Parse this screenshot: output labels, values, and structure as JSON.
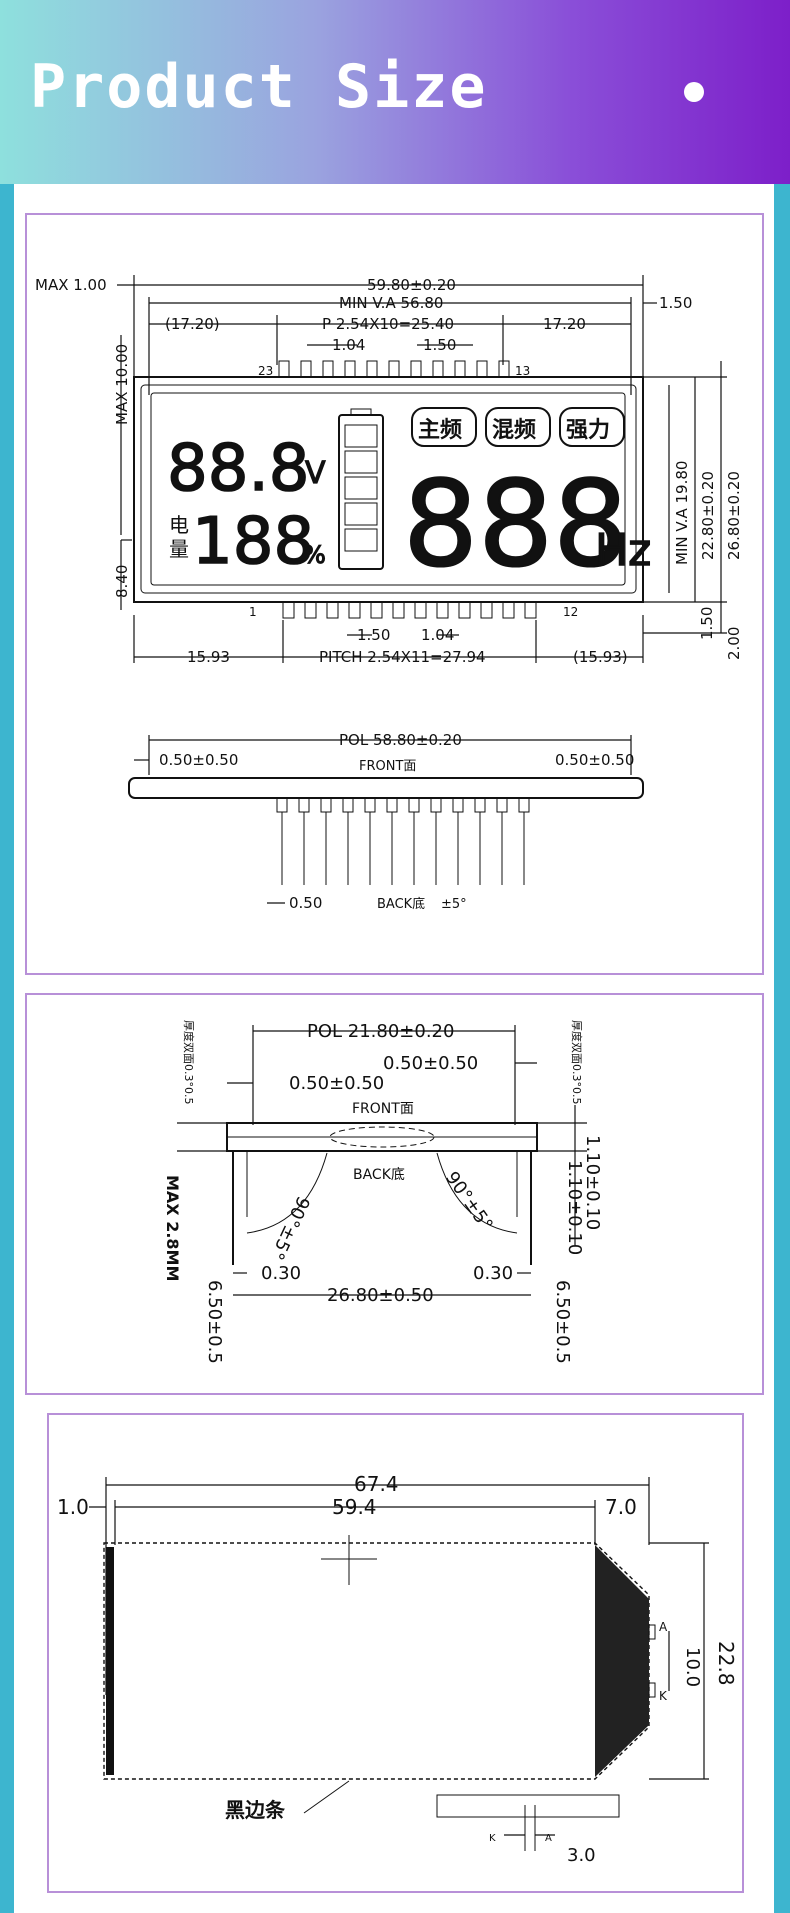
{
  "header": {
    "title": "Product Size"
  },
  "panel1": {
    "max_thickness": "MAX  1.00",
    "overall_width": "59.80±0.20",
    "min_va_width": "MIN V.A 56.80",
    "right_margin": "1.50",
    "left_offset": "(17.20)",
    "pitch_top": "P  2.54X10=25.40",
    "right_offset": "17.20",
    "pin_width_top": "1.04",
    "pin_gap_top": "1.50",
    "pin_23": "23",
    "pin_13": "13",
    "max_pin_len": "MAX  10.00",
    "height_va": "MIN V.A 19.80",
    "height_glass": "22.80±0.20",
    "height_overall": "26.80±0.20",
    "bottom_height": "8.40",
    "pin_1": "1",
    "pin_12": "12",
    "pin_gap_bottom": "1.50",
    "pin_width_bottom": "1.04",
    "dim_150_right": "1.50",
    "dim_200_right": "2.00",
    "left_bottom": "15.93",
    "pitch_bottom": "PITCH  2.54X11=27.94",
    "right_bottom": "(15.93)",
    "lcd": {
      "volt_digits": "88.8",
      "volt_unit": "V",
      "charge_label_1": "电",
      "charge_label_2": "量",
      "percent_digits": "188",
      "percent_unit": "%",
      "tags": [
        "主频",
        "混频",
        "强力"
      ],
      "freq_digits": "888",
      "freq_unit": "Hz"
    },
    "pol_width": "POL  58.80±0.20",
    "pol_left": "0.50±0.50",
    "pol_right": "0.50±0.50",
    "front_label": "FRONT面",
    "pin_lead": "0.50",
    "back_label": "BACK底",
    "angle_tol": "±5°"
  },
  "panel2": {
    "pol_width": "POL  21.80±0.20",
    "side_offset_right": "0.50±0.50",
    "side_offset_left": "0.50±0.50",
    "front_label": "FRONT面",
    "back_label": "BACK底",
    "angle_left": "90°±5°",
    "angle_right": "90°±5°",
    "side_note_left": "厚度双面0.3°0.5",
    "side_note_right": "厚度双面0.3°0.5",
    "max_thickness": "MAX 2.8MM",
    "glass_thickness_top": "1.10±0.10",
    "glass_thickness_bottom": "1.10±0.10",
    "pin_offset_left": "0.30",
    "pin_offset_right": "0.30",
    "pin_span": "26.80±0.50",
    "pin_len_left": "6.50±0.5",
    "pin_len_right": "6.50±0.5"
  },
  "panel3": {
    "overall": "67.4",
    "left": "1.0",
    "view": "59.4",
    "right": "7.0",
    "height": "22.8",
    "pin_span": "10.0",
    "pin_a": "A",
    "pin_k": "K",
    "black_bar": "黑边条",
    "k_mark": "K",
    "a_mark": "A",
    "bottom_dim": "3.0"
  }
}
